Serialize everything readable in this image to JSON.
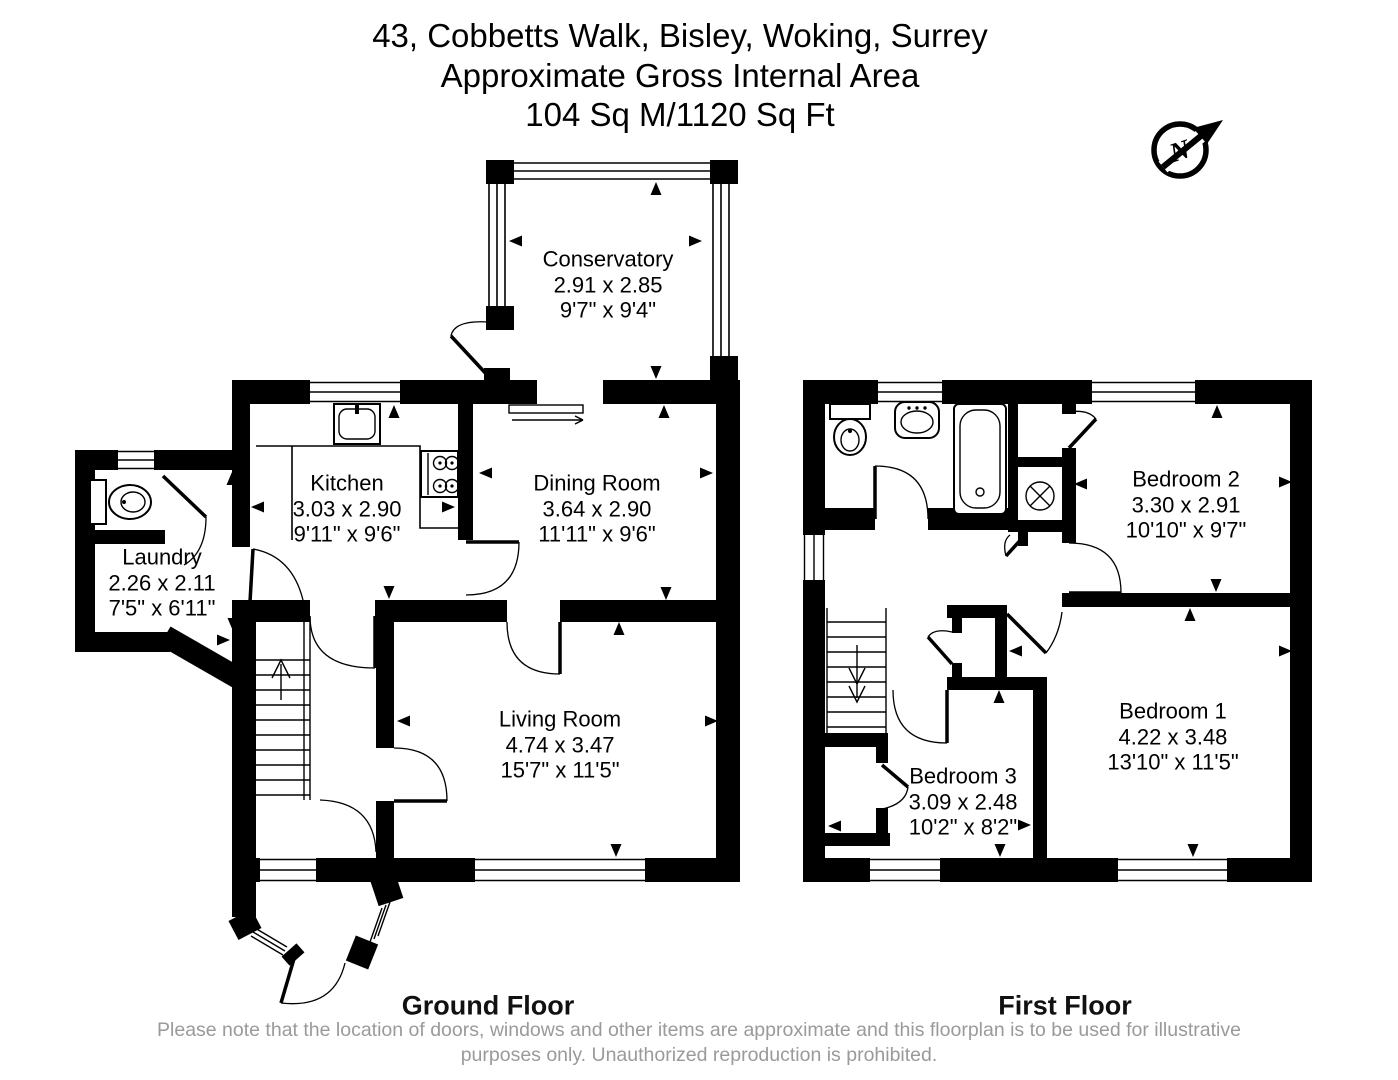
{
  "title": {
    "line1": "43, Cobbetts Walk, Bisley, Woking, Surrey",
    "line2": "Approximate Gross Internal Area",
    "line3": "104 Sq M/1120 Sq Ft"
  },
  "compass": {
    "north_label": "N"
  },
  "floors": {
    "ground": {
      "label": "Ground Floor"
    },
    "first": {
      "label": "First Floor"
    }
  },
  "rooms": {
    "conservatory": {
      "name": "Conservatory",
      "metric": "2.91 x 2.85",
      "imperial": "9'7\" x 9'4\""
    },
    "kitchen": {
      "name": "Kitchen",
      "metric": "3.03 x 2.90",
      "imperial": "9'11\" x 9'6\""
    },
    "dining": {
      "name": "Dining Room",
      "metric": "3.64 x 2.90",
      "imperial": "11'11\" x 9'6\""
    },
    "laundry": {
      "name": "Laundry",
      "metric": "2.26 x 2.11",
      "imperial": "7'5\" x 6'11\""
    },
    "living": {
      "name": "Living Room",
      "metric": "4.74 x 3.47",
      "imperial": "15'7\" x 11'5\""
    },
    "bedroom2": {
      "name": "Bedroom 2",
      "metric": "3.30 x 2.91",
      "imperial": "10'10\" x 9'7\""
    },
    "bedroom1": {
      "name": "Bedroom 1",
      "metric": "4.22 x 3.48",
      "imperial": "13'10\" x 11'5\""
    },
    "bedroom3": {
      "name": "Bedroom 3",
      "metric": "3.09 x 2.48",
      "imperial": "10'2\" x 8'2\""
    }
  },
  "disclaimer": {
    "line1": "Please note that the location of doors, windows and other items are approximate and this floorplan is to be used for illustrative",
    "line2": "purposes only. Unauthorized reproduction is prohibited."
  },
  "colors": {
    "wall": "#000000",
    "text": "#111111",
    "muted": "#9a9a9a"
  }
}
